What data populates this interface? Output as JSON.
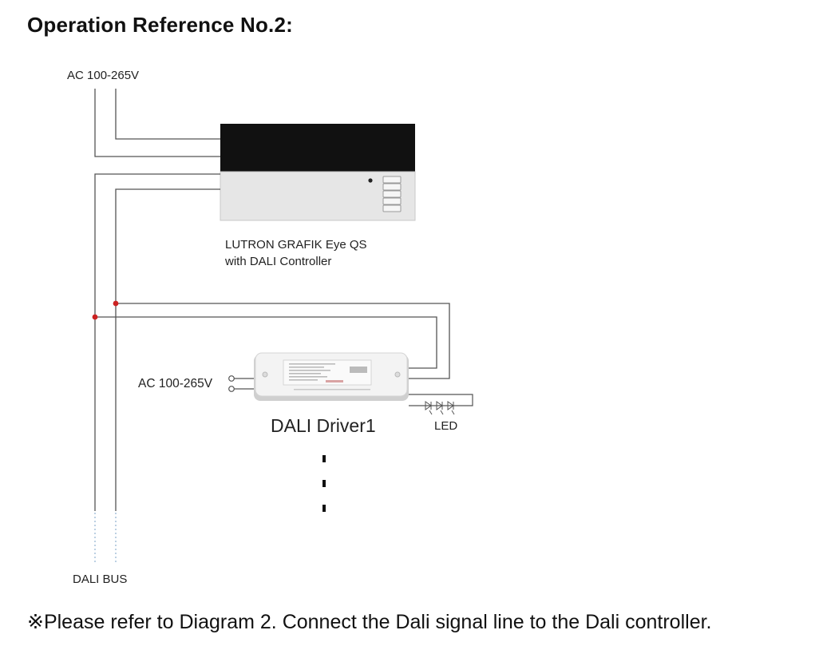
{
  "heading": "Operation Reference No.2:",
  "diagram": {
    "ac_input_top": "AC 100-265V",
    "controller_label_line1": "LUTRON GRAFIK Eye QS",
    "controller_label_line2": "with DALI Controller",
    "ac_input_driver": "AC 100-265V",
    "driver_label": "DALI Driver1",
    "led_label": "LED",
    "bus_label": "DALI BUS"
  },
  "colors": {
    "wire": "#555555",
    "junction": "#cc2222",
    "controller_top": "#111111",
    "controller_body": "#e6e6e6",
    "driver_body": "#f2f2f2"
  },
  "note": "※Please refer to Diagram 2. Connect the Dali signal line to the Dali controller."
}
